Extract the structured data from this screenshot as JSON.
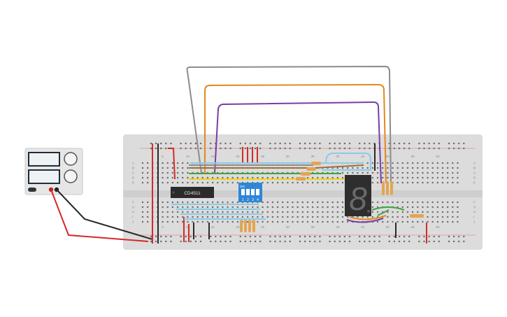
{
  "chip": {
    "label": "CD4511"
  },
  "dip_switch": {
    "header": "ON",
    "numbers": [
      "1",
      "2",
      "3",
      "4"
    ]
  },
  "display": {
    "digit": "8"
  },
  "breadboard": {
    "column_numbers": [
      "5",
      "10",
      "15",
      "20",
      "25",
      "30",
      "35",
      "40",
      "45",
      "50",
      "55",
      "60"
    ],
    "top_row_letters": [
      "A",
      "B",
      "C",
      "D",
      "E"
    ],
    "bottom_row_letters": [
      "F",
      "G",
      "H",
      "I",
      "J"
    ]
  },
  "colors": {
    "breadboard": "#dcdcdc",
    "wire_gray": "#8c8c8c",
    "wire_orange": "#e08a1e",
    "wire_purple": "#7a3ea0",
    "wire_red": "#d42a2a",
    "wire_black": "#2a2a2a",
    "wire_blue": "#8ccbe6",
    "wire_green": "#3fa53f",
    "wire_yellow": "#f2d21a",
    "wire_brown": "#a0703a",
    "dip_blue": "#2f86d6",
    "resistor": "#e3a552"
  }
}
